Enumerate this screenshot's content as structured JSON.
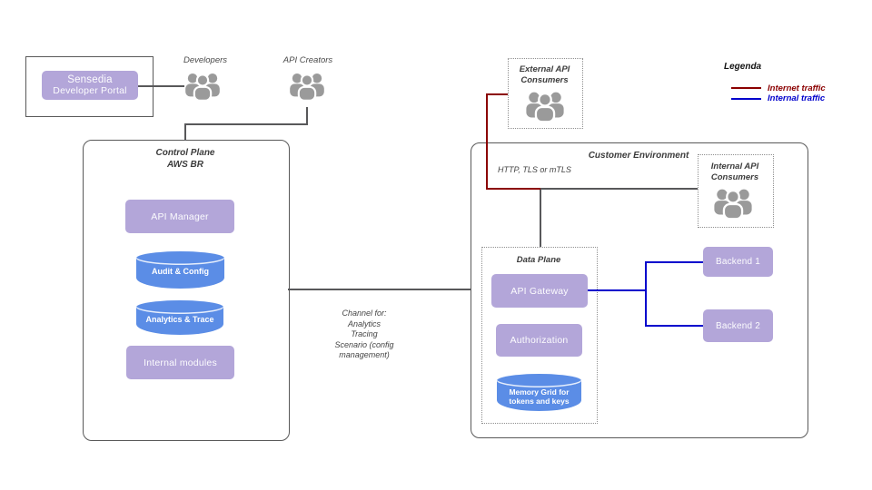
{
  "portal": {
    "name_line1": "Sensedia",
    "name_line2": "Developer Portal"
  },
  "actors": {
    "developers_label": "Developers",
    "api_creators_label": "API Creators"
  },
  "control_plane": {
    "title_line1": "Control Plane",
    "title_line2": "AWS BR",
    "api_manager_label": "API Manager",
    "audit_config_label": "Audit & Config",
    "analytics_trace_label": "Analytics & Trace",
    "internal_modules_label": "Internal modules"
  },
  "channel_note": {
    "line1": "Channel  for:",
    "line2": "Analytics",
    "line3": "Tracing",
    "line4": "Scenario (config",
    "line5": "management)"
  },
  "external_consumers": {
    "title_line1": "External API",
    "title_line2": "Consumers"
  },
  "customer_environment": {
    "title": "Customer Environment",
    "protocol_label": "HTTP, TLS or mTLS"
  },
  "internal_consumers": {
    "title_line1": "Internal API",
    "title_line2": "Consumers"
  },
  "data_plane": {
    "title": "Data Plane",
    "api_gateway_label": "API Gateway",
    "authorization_label": "Authorization",
    "memory_grid_line1": "Memory Grid for",
    "memory_grid_line2": "tokens and keys"
  },
  "backends": {
    "backend1_label": "Backend 1",
    "backend2_label": "Backend 2"
  },
  "legend": {
    "title": "Legenda",
    "internet_label": "Internet traffic",
    "internal_label": "Internal traffic"
  },
  "colors": {
    "node_purple": "#b3a6d9",
    "cylinder_blue": "#5b8de6",
    "internet_red": "#8b0000",
    "internal_blue": "#0000cc",
    "connector_gray": "#58585a",
    "icon_gray": "#9a9a9a"
  }
}
